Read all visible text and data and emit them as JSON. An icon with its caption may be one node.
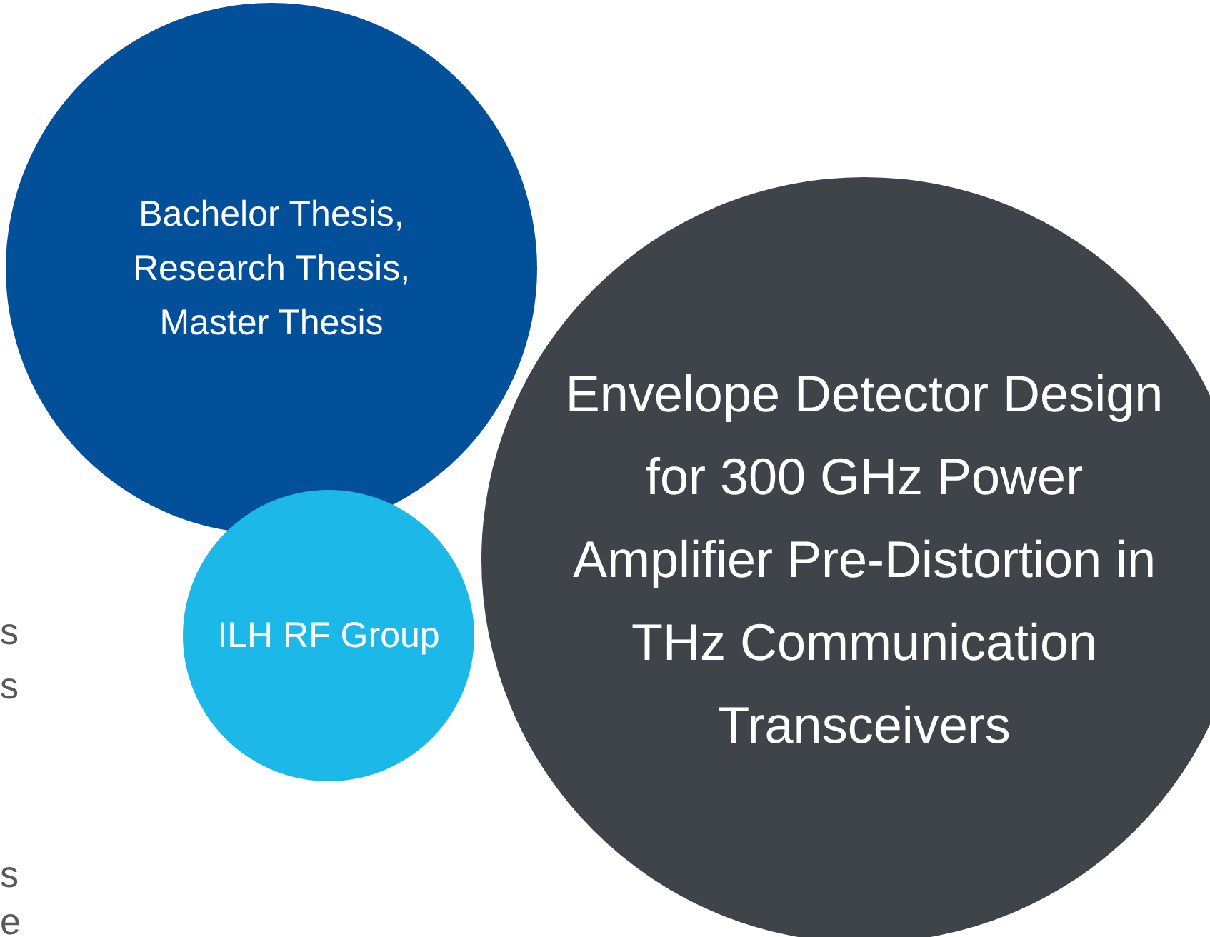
{
  "diagram": {
    "nodes": [
      {
        "text": [
          "Bachelor Thesis, Research Thesis, Master Thesis"
        ]
      },
      {
        "text": [
          "Envelope Detector Design for 300 GHz Power Amplifier Pre-Distortion in THz Communication Transceivers"
        ]
      },
      {
        "text": [
          "ILH RF Group"
        ]
      }
    ],
    "labels": [
      "s",
      "s",
      "s",
      "e"
    ]
  }
}
